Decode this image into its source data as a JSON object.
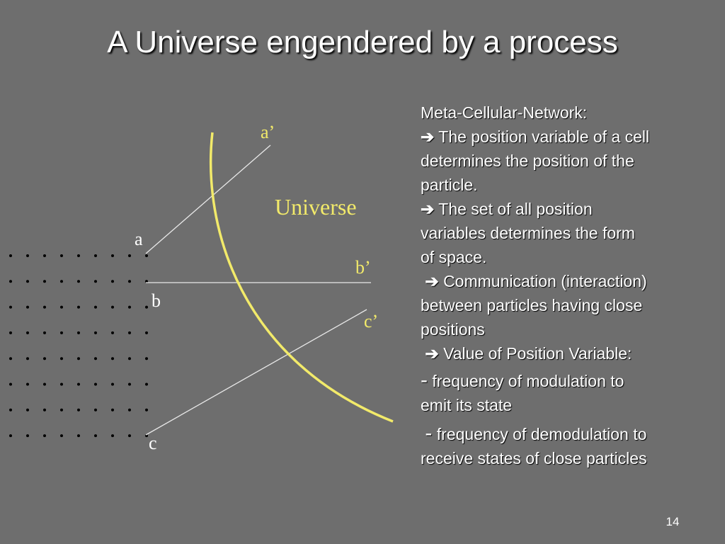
{
  "slide": {
    "title": "A Universe engendered by a process",
    "page_number": "14"
  },
  "diagram": {
    "universe_label": "Universe",
    "labels": {
      "a": "a",
      "b": "b",
      "c": "c",
      "a_prime": "a’",
      "b_prime": "b’",
      "c_prime": "c’"
    },
    "dot_grid": {
      "rows": 8,
      "cols": 9
    },
    "colors": {
      "arc": "#f2ea6a",
      "lines": "#e8e8e8",
      "dots": "#000000"
    }
  },
  "text": {
    "heading": "Meta-Cellular-Network:",
    "arrow_glyph": "➔",
    "dash_glyph": "-",
    "items": [
      {
        "lines": [
          "The position variable of a cell",
          "determines the position of the",
          "particle."
        ]
      },
      {
        "lines": [
          "The set of all position",
          "variables  determines the form",
          "of space."
        ]
      },
      {
        "lines": [
          "Communication (interaction)",
          "between particles having close",
          "positions"
        ]
      },
      {
        "lines": [
          "Value of Position Variable:"
        ]
      }
    ],
    "sub_items": [
      {
        "lines": [
          "frequency of modulation to",
          "emit its state"
        ]
      },
      {
        "lines": [
          "frequency of demodulation to",
          "receive states of close particles"
        ]
      }
    ]
  }
}
